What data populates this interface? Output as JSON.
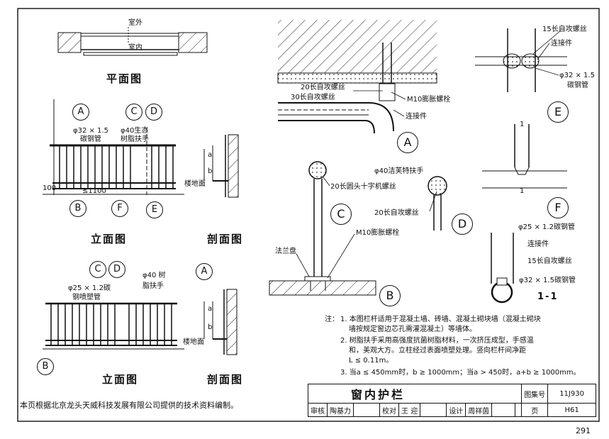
{
  "plan": {
    "outside": "室外",
    "inside": "室内",
    "title": "平面图"
  },
  "elev1": {
    "rail_label1": "φ32 × 1.5",
    "rail_label2": "碳钢管",
    "handrail_label1": "φ40生态",
    "handrail_label2": "树脂扶手",
    "floor": "楼地面",
    "dim_100": "100",
    "dim_1100": "≤1100",
    "title": "立面图",
    "section_title": "剖面图"
  },
  "elev2": {
    "rail_label1": "φ25 × 1.2碳",
    "rail_label2": "钢喷塑管",
    "handrail_label1": "φ40 树",
    "handrail_label2": "脂扶手",
    "floor": "楼地面",
    "title": "立面图",
    "section_title": "剖面图"
  },
  "dims": {
    "a": "a",
    "b": "b"
  },
  "detailA": {
    "l1": "20长自攻螺丝",
    "l2": "30长自攻螺丝",
    "l3": "M10膨胀螺栓",
    "l4": "连接件"
  },
  "detailC": {
    "l1": "20长圆头十字机螺丝",
    "l2": "M10膨胀螺栓",
    "l3": "法兰盘"
  },
  "detailD": {
    "l1": "φ40洁芙特扶手",
    "l2": "20长自攻螺丝"
  },
  "detailE": {
    "l1": "15长自攻螺丝",
    "l2": "连接件",
    "l3": "φ32 × 1.5",
    "l4": "碳钢管"
  },
  "detailF": {
    "mark": "1"
  },
  "section11": {
    "l1": "φ25 × 1.2碳钢管",
    "l2": "连接件",
    "l3": "15长自攻螺丝",
    "l4": "φ32 × 1.5碳钢管",
    "title": "1-1"
  },
  "marks": {
    "A": "A",
    "B": "B",
    "C": "C",
    "D": "D",
    "E": "E",
    "F": "F"
  },
  "notes": {
    "head": "注：",
    "n1a": "1. 本图栏杆适用于混凝土墙、砖墙、混凝土砌块墙（混凝土砌块",
    "n1b": "墙按规定窗边芯孔需灌混凝土）等墙体。",
    "n2a": "2. 树脂扶手采用高强度抗菌树脂材料，一次挤压成型，手感温",
    "n2b": "和，美观大方。立柱经过表面喷塑处理。竖向栏杆间净距",
    "n2c": "L ≤ 0.11m。",
    "n3": "3. 当a ≤ 450mm时，b ≥ 1000mm；当a > 450时，a+b ≥ 1000mm。"
  },
  "title_block": {
    "name": "窗内护栏",
    "atlas_label": "图集号",
    "atlas_no": "11J930",
    "review": "审核",
    "reviewer": "陶基力",
    "check": "校对",
    "checker": "王 迎",
    "design": "设计",
    "designer": "周祥茵",
    "page_label": "页",
    "page_no": "H61"
  },
  "footer": "本页根据北京龙头天威科技发展有限公司提供的技术资料编制。",
  "page_number": "291"
}
